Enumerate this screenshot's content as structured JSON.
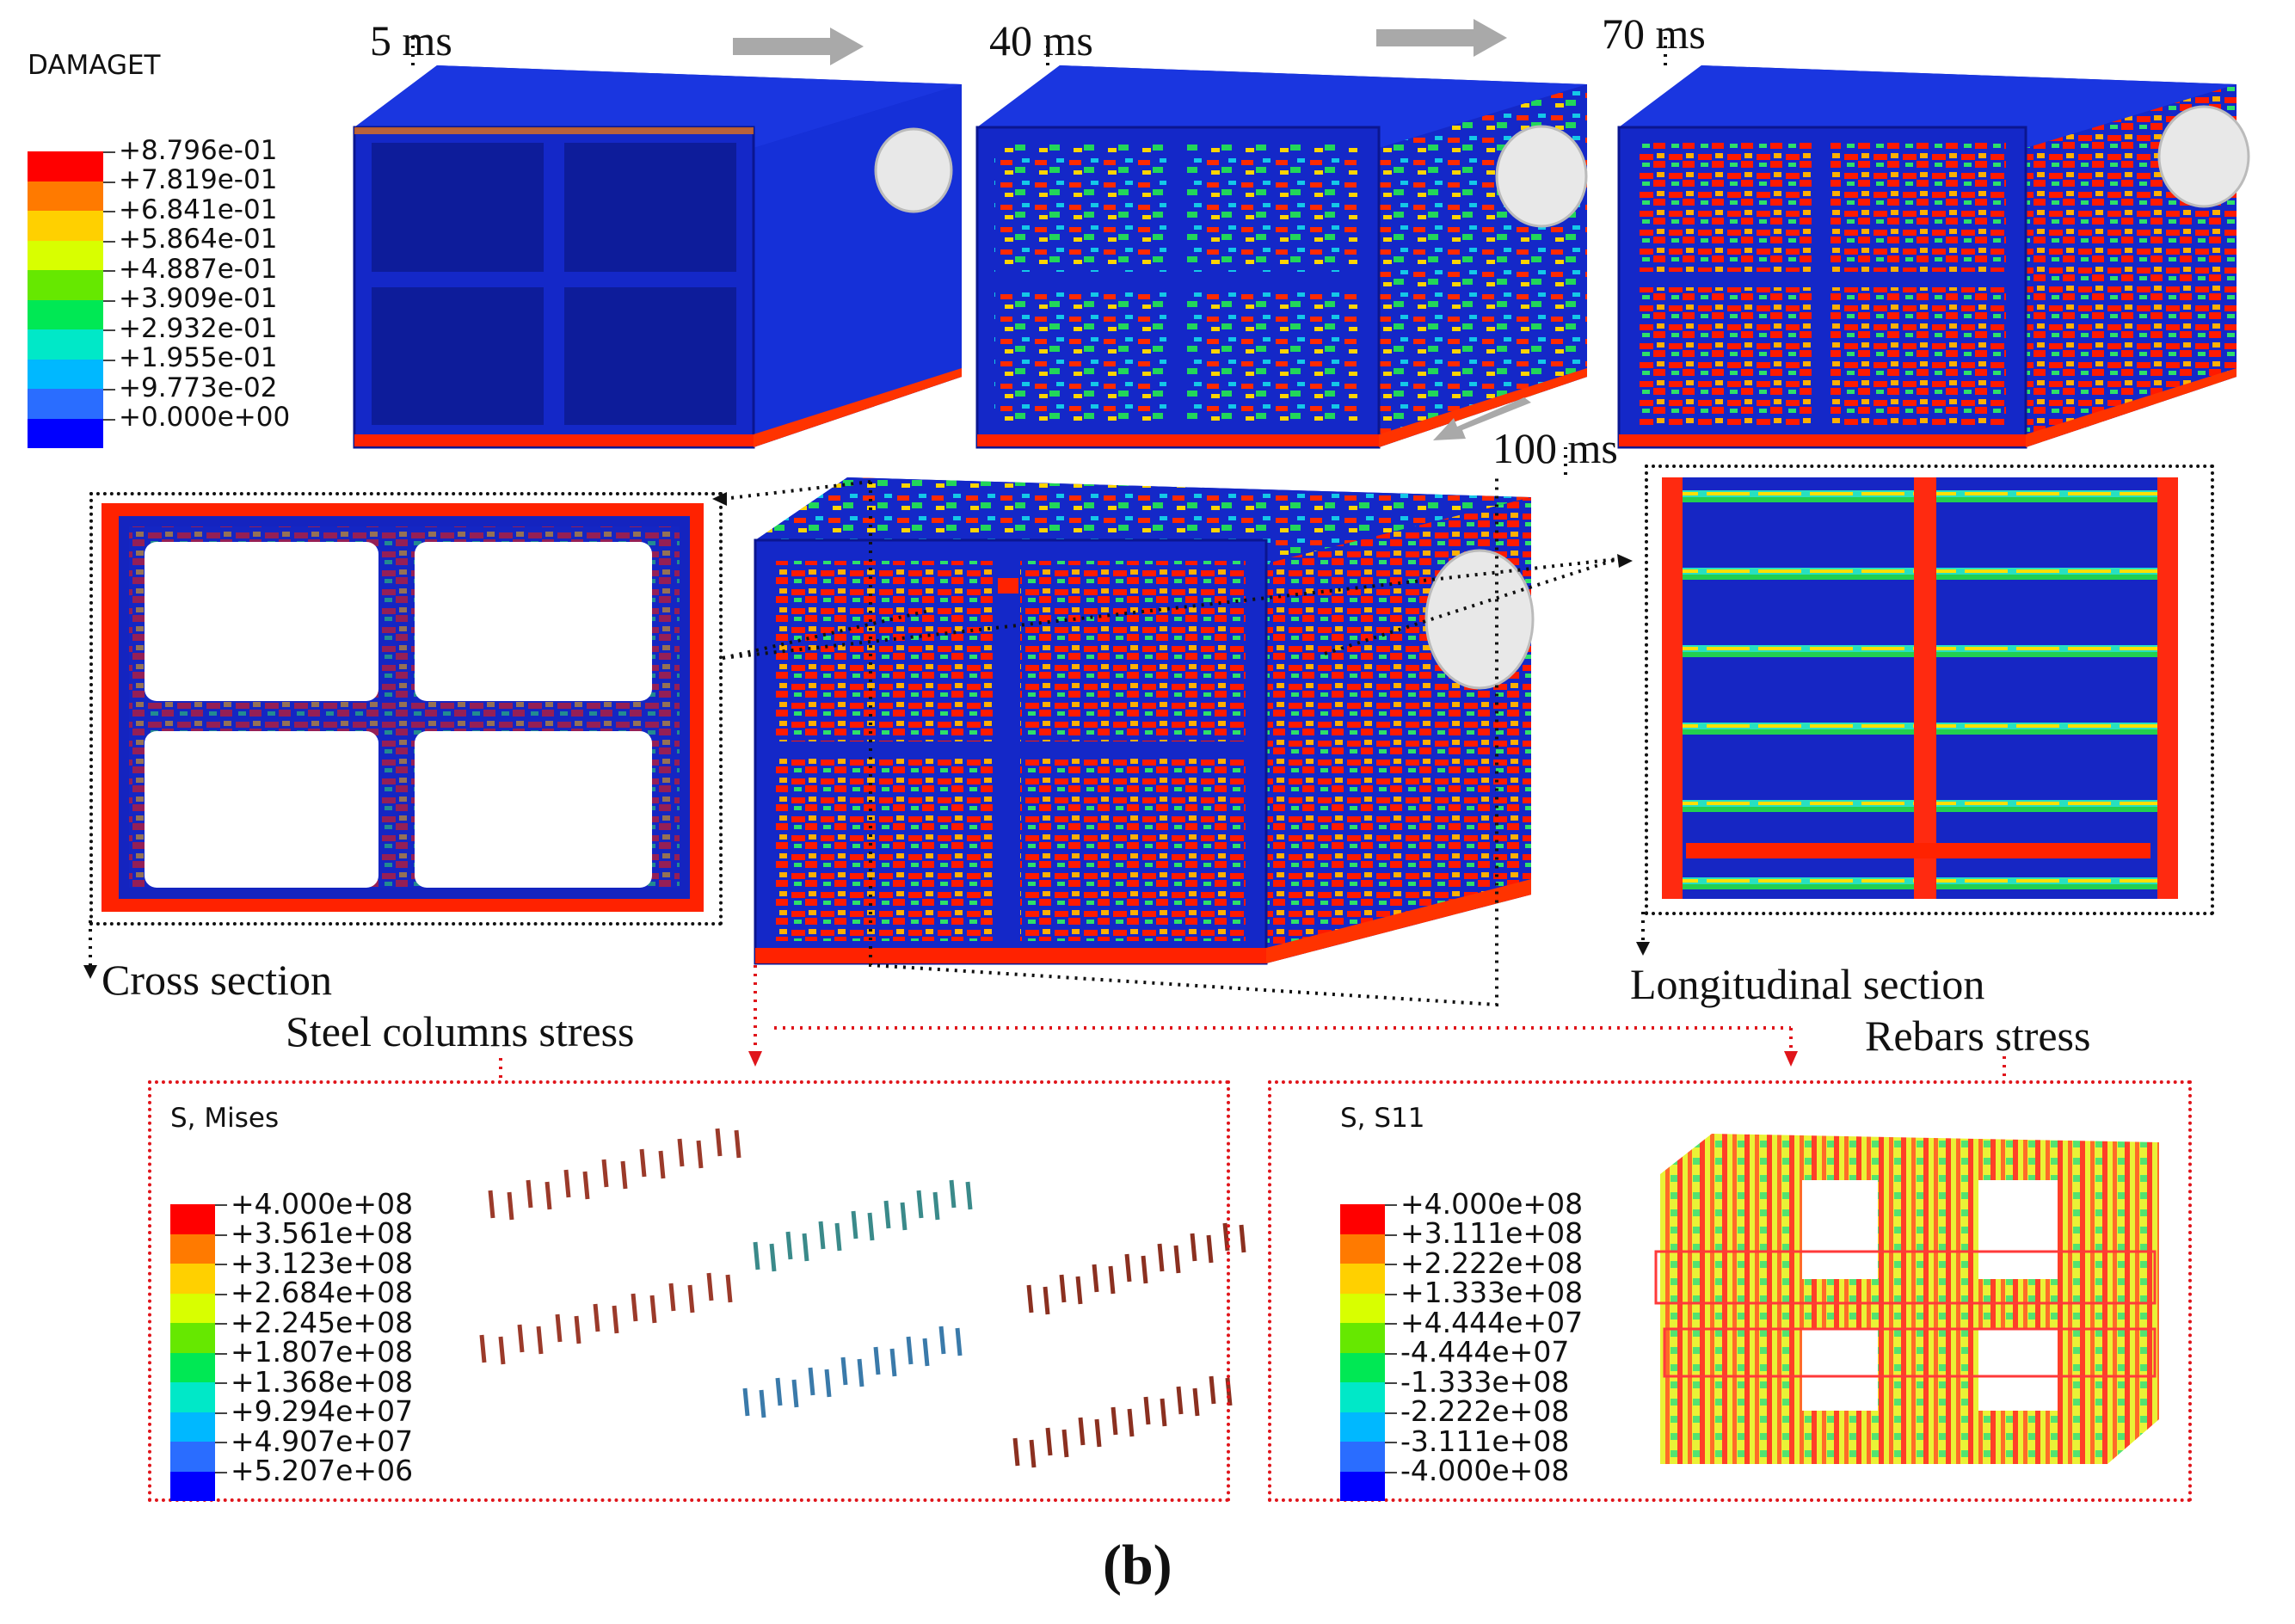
{
  "damage_legend": {
    "title": "DAMAGET",
    "values": [
      "+8.796e-01",
      "+7.819e-01",
      "+6.841e-01",
      "+5.864e-01",
      "+4.887e-01",
      "+3.909e-01",
      "+2.932e-01",
      "+1.955e-01",
      "+9.773e-02",
      "+0.000e+00"
    ]
  },
  "times": [
    "5 ms",
    "40 ms",
    "70 ms",
    "100 ms"
  ],
  "sections": {
    "cross": "Cross section",
    "longitudinal": "Longitudinal section"
  },
  "stress_titles": {
    "steel": "Steel columns stress",
    "rebars": "Rebars stress"
  },
  "mises_legend": {
    "title": "S, Mises",
    "values": [
      "+4.000e+08",
      "+3.561e+08",
      "+3.123e+08",
      "+2.684e+08",
      "+2.245e+08",
      "+1.807e+08",
      "+1.368e+08",
      "+9.294e+07",
      "+4.907e+07",
      "+5.207e+06"
    ]
  },
  "s11_legend": {
    "title": "S, S11",
    "values": [
      "+4.000e+08",
      "+3.111e+08",
      "+2.222e+08",
      "+1.333e+08",
      "+4.444e+07",
      "-4.444e+07",
      "-1.333e+08",
      "-2.222e+08",
      "-3.111e+08",
      "-4.000e+08"
    ]
  },
  "scale_colors": [
    "#ff0000",
    "#ff7a00",
    "#ffd000",
    "#d8ff00",
    "#66e800",
    "#00e854",
    "#00e8c8",
    "#00b8ff",
    "#2a6dff",
    "#0000ff"
  ],
  "caption": "(b)"
}
